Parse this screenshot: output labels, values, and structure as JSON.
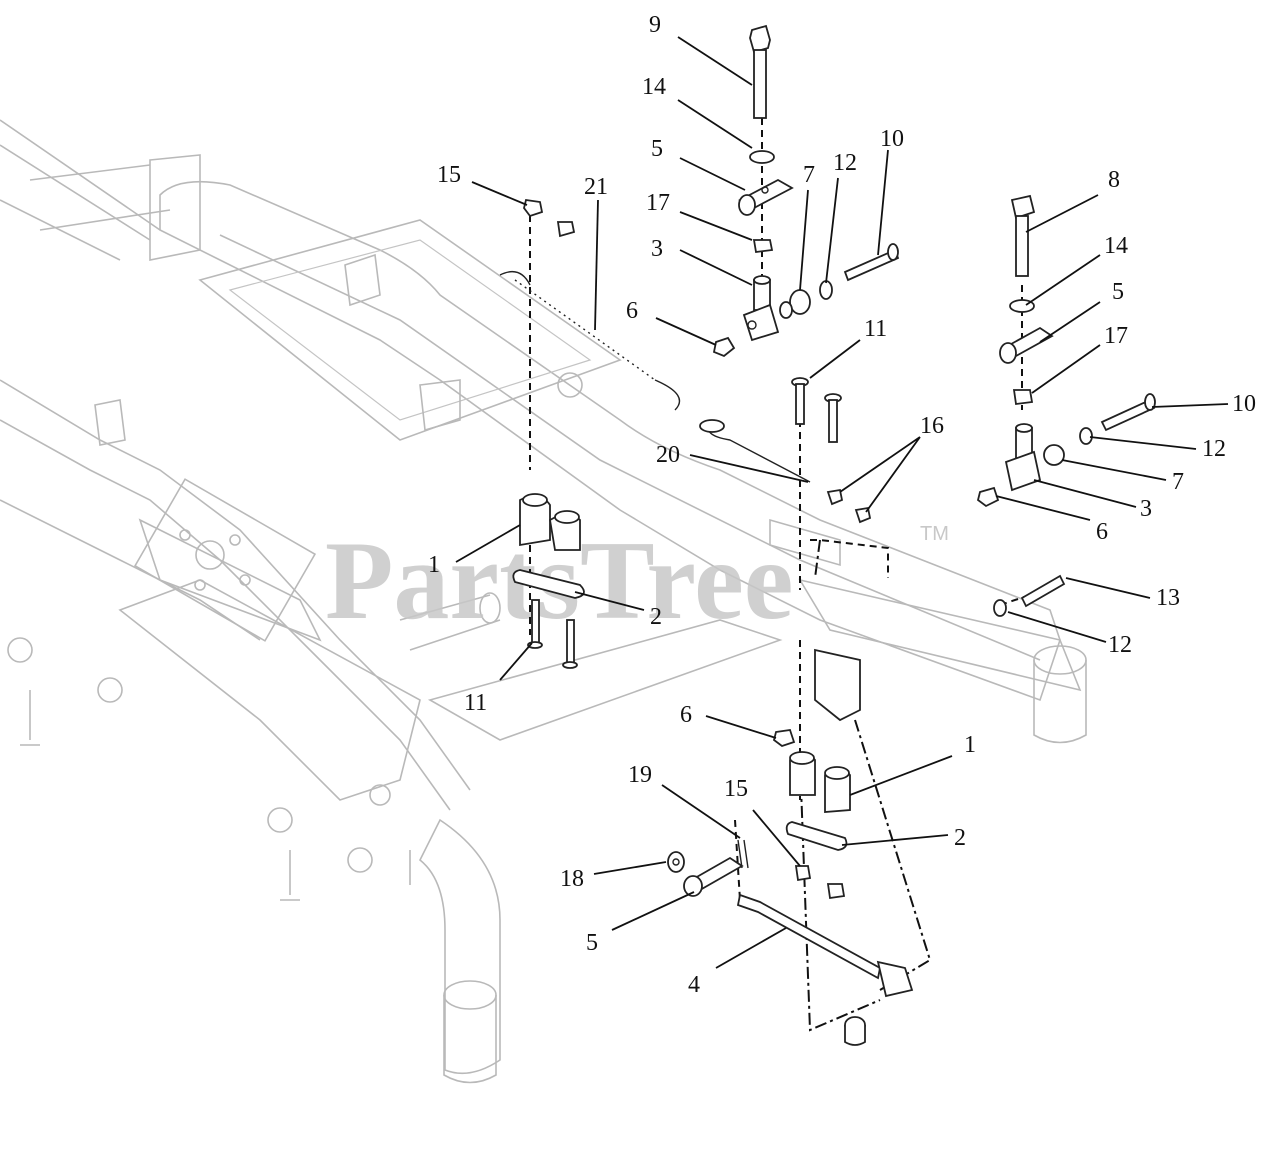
{
  "watermark": {
    "brand": "PartsTree",
    "trademark": "TM"
  },
  "callouts": [
    {
      "id": "c9",
      "label": "9"
    },
    {
      "id": "c14a",
      "label": "14"
    },
    {
      "id": "c5a",
      "label": "5"
    },
    {
      "id": "c17a",
      "label": "17"
    },
    {
      "id": "c7a",
      "label": "7"
    },
    {
      "id": "c12a",
      "label": "12"
    },
    {
      "id": "c10a",
      "label": "10"
    },
    {
      "id": "c3a",
      "label": "3"
    },
    {
      "id": "c6a",
      "label": "6"
    },
    {
      "id": "c15a",
      "label": "15"
    },
    {
      "id": "c21",
      "label": "21"
    },
    {
      "id": "c8",
      "label": "8"
    },
    {
      "id": "c14b",
      "label": "14"
    },
    {
      "id": "c5b",
      "label": "5"
    },
    {
      "id": "c17b",
      "label": "17"
    },
    {
      "id": "c10b",
      "label": "10"
    },
    {
      "id": "c12b",
      "label": "12"
    },
    {
      "id": "c7b",
      "label": "7"
    },
    {
      "id": "c3b",
      "label": "3"
    },
    {
      "id": "c6b",
      "label": "6"
    },
    {
      "id": "c11a",
      "label": "11"
    },
    {
      "id": "c16",
      "label": "16"
    },
    {
      "id": "c20",
      "label": "20"
    },
    {
      "id": "c1a",
      "label": "1"
    },
    {
      "id": "c2a",
      "label": "2"
    },
    {
      "id": "c11b",
      "label": "11"
    },
    {
      "id": "c13",
      "label": "13"
    },
    {
      "id": "c12c",
      "label": "12"
    },
    {
      "id": "c6c",
      "label": "6"
    },
    {
      "id": "c1b",
      "label": "1"
    },
    {
      "id": "c19",
      "label": "19"
    },
    {
      "id": "c15b",
      "label": "15"
    },
    {
      "id": "c2b",
      "label": "2"
    },
    {
      "id": "c18",
      "label": "18"
    },
    {
      "id": "c5c",
      "label": "5"
    },
    {
      "id": "c4",
      "label": "4"
    }
  ]
}
